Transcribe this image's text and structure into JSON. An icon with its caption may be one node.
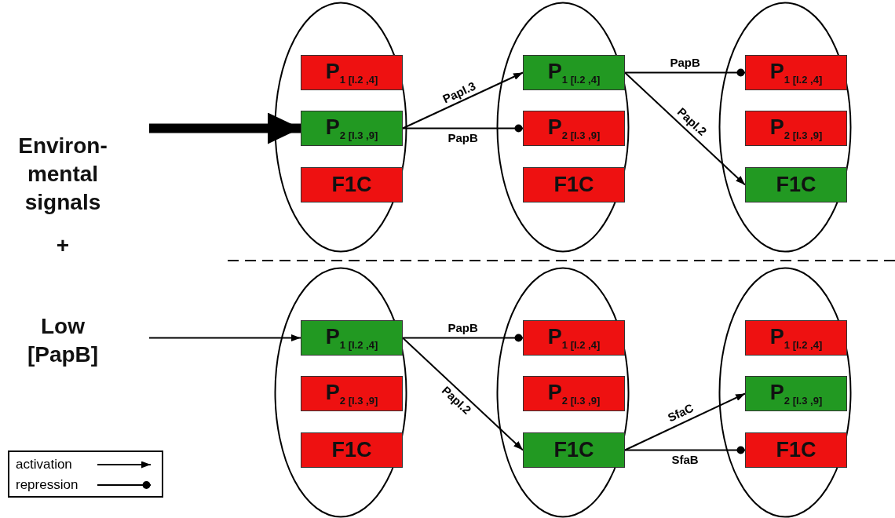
{
  "diagram": {
    "nodes": [
      {
        "text": [],
        "shape": "ellipse"
      },
      {
        "text": [
          "P$_{1 [I.2 ,4]}$"
        ],
        "in": 0
      },
      {
        "text": [
          "P$_{2 [I.3 ,9]}$"
        ],
        "in": 0
      },
      {
        "text": [
          "F1C"
        ],
        "in": 0
      },
      {
        "text": [],
        "shape": "ellipse"
      },
      {
        "text": [
          "P$_{1 [I.2 ,4]}$"
        ],
        "in": 4
      },
      {
        "text": [
          "P$_{2 [I.3 ,9]}$"
        ],
        "in": 4
      },
      {
        "text": [
          "F1C"
        ],
        "in": 4
      },
      {
        "text": [],
        "shape": "ellipse"
      },
      {
        "text": [
          "P$_{1 [I.2 ,4]}$"
        ],
        "in": 8
      },
      {
        "text": [
          "P$_{2 [I.3 ,9]}$"
        ],
        "in": 8
      },
      {
        "text": [
          "F1C"
        ],
        "in": 8
      },
      {
        "text": [],
        "shape": "ellipse"
      },
      {
        "text": [
          "P$_{1 [I.2 ,4]}$"
        ],
        "in": 12
      },
      {
        "text": [
          "P$_{2 [I.3 ,9]}$"
        ],
        "in": 12
      },
      {
        "text": [
          "F1C"
        ],
        "in": 12
      },
      {
        "text": [],
        "shape": "ellipse"
      },
      {
        "text": [
          "P$_{1 [I.2 ,4]}$"
        ],
        "in": 16
      },
      {
        "text": [
          "P$_{2 [I.3 ,9]}$"
        ],
        "in": 16
      },
      {
        "text": [
          "F1C"
        ],
        "in": 16
      },
      {
        "text": [],
        "shape": "ellipse"
      },
      {
        "text": [
          "P$_{1 [I.2 ,4]}$"
        ],
        "in": 20
      },
      {
        "text": [
          "P$_{2 [I.3 ,9]}$"
        ],
        "in": 20
      },
      {
        "text": [
          "F1C"
        ],
        "in": 20
      }
    ],
    "edges": [
      {
        "from": null,
        "to": 2,
        "arrow": "to",
        "style": "thick"
      },
      {
        "from": 2,
        "to": 5,
        "arrow": "to",
        "label": "PapI.3"
      },
      {
        "from": 2,
        "to": 6,
        "arrow": "other",
        "label": "PapB"
      },
      {
        "from": 5,
        "to": 9,
        "arrow": "other",
        "label": "PapB"
      },
      {
        "from": 5,
        "to": 11,
        "arrow": "to",
        "label": "PapI.2"
      },
      {
        "from": null,
        "to": 13,
        "arrow": "to"
      },
      {
        "from": 13,
        "to": 17,
        "arrow": "other",
        "label": "PapB"
      },
      {
        "from": 13,
        "to": 19,
        "arrow": "to",
        "label": "PapI.2"
      },
      {
        "from": 19,
        "to": 22,
        "arrow": "to",
        "label": "SfaC"
      },
      {
        "from": 19,
        "to": 23,
        "arrow": "other",
        "label": "SfaB"
      }
    ],
    "labels": [
      "Environ- mental signals",
      "+",
      "Low [PapB]"
    ],
    "legend": [
      {
        "text": "activation"
      },
      {
        "text": "repression"
      }
    ]
  }
}
